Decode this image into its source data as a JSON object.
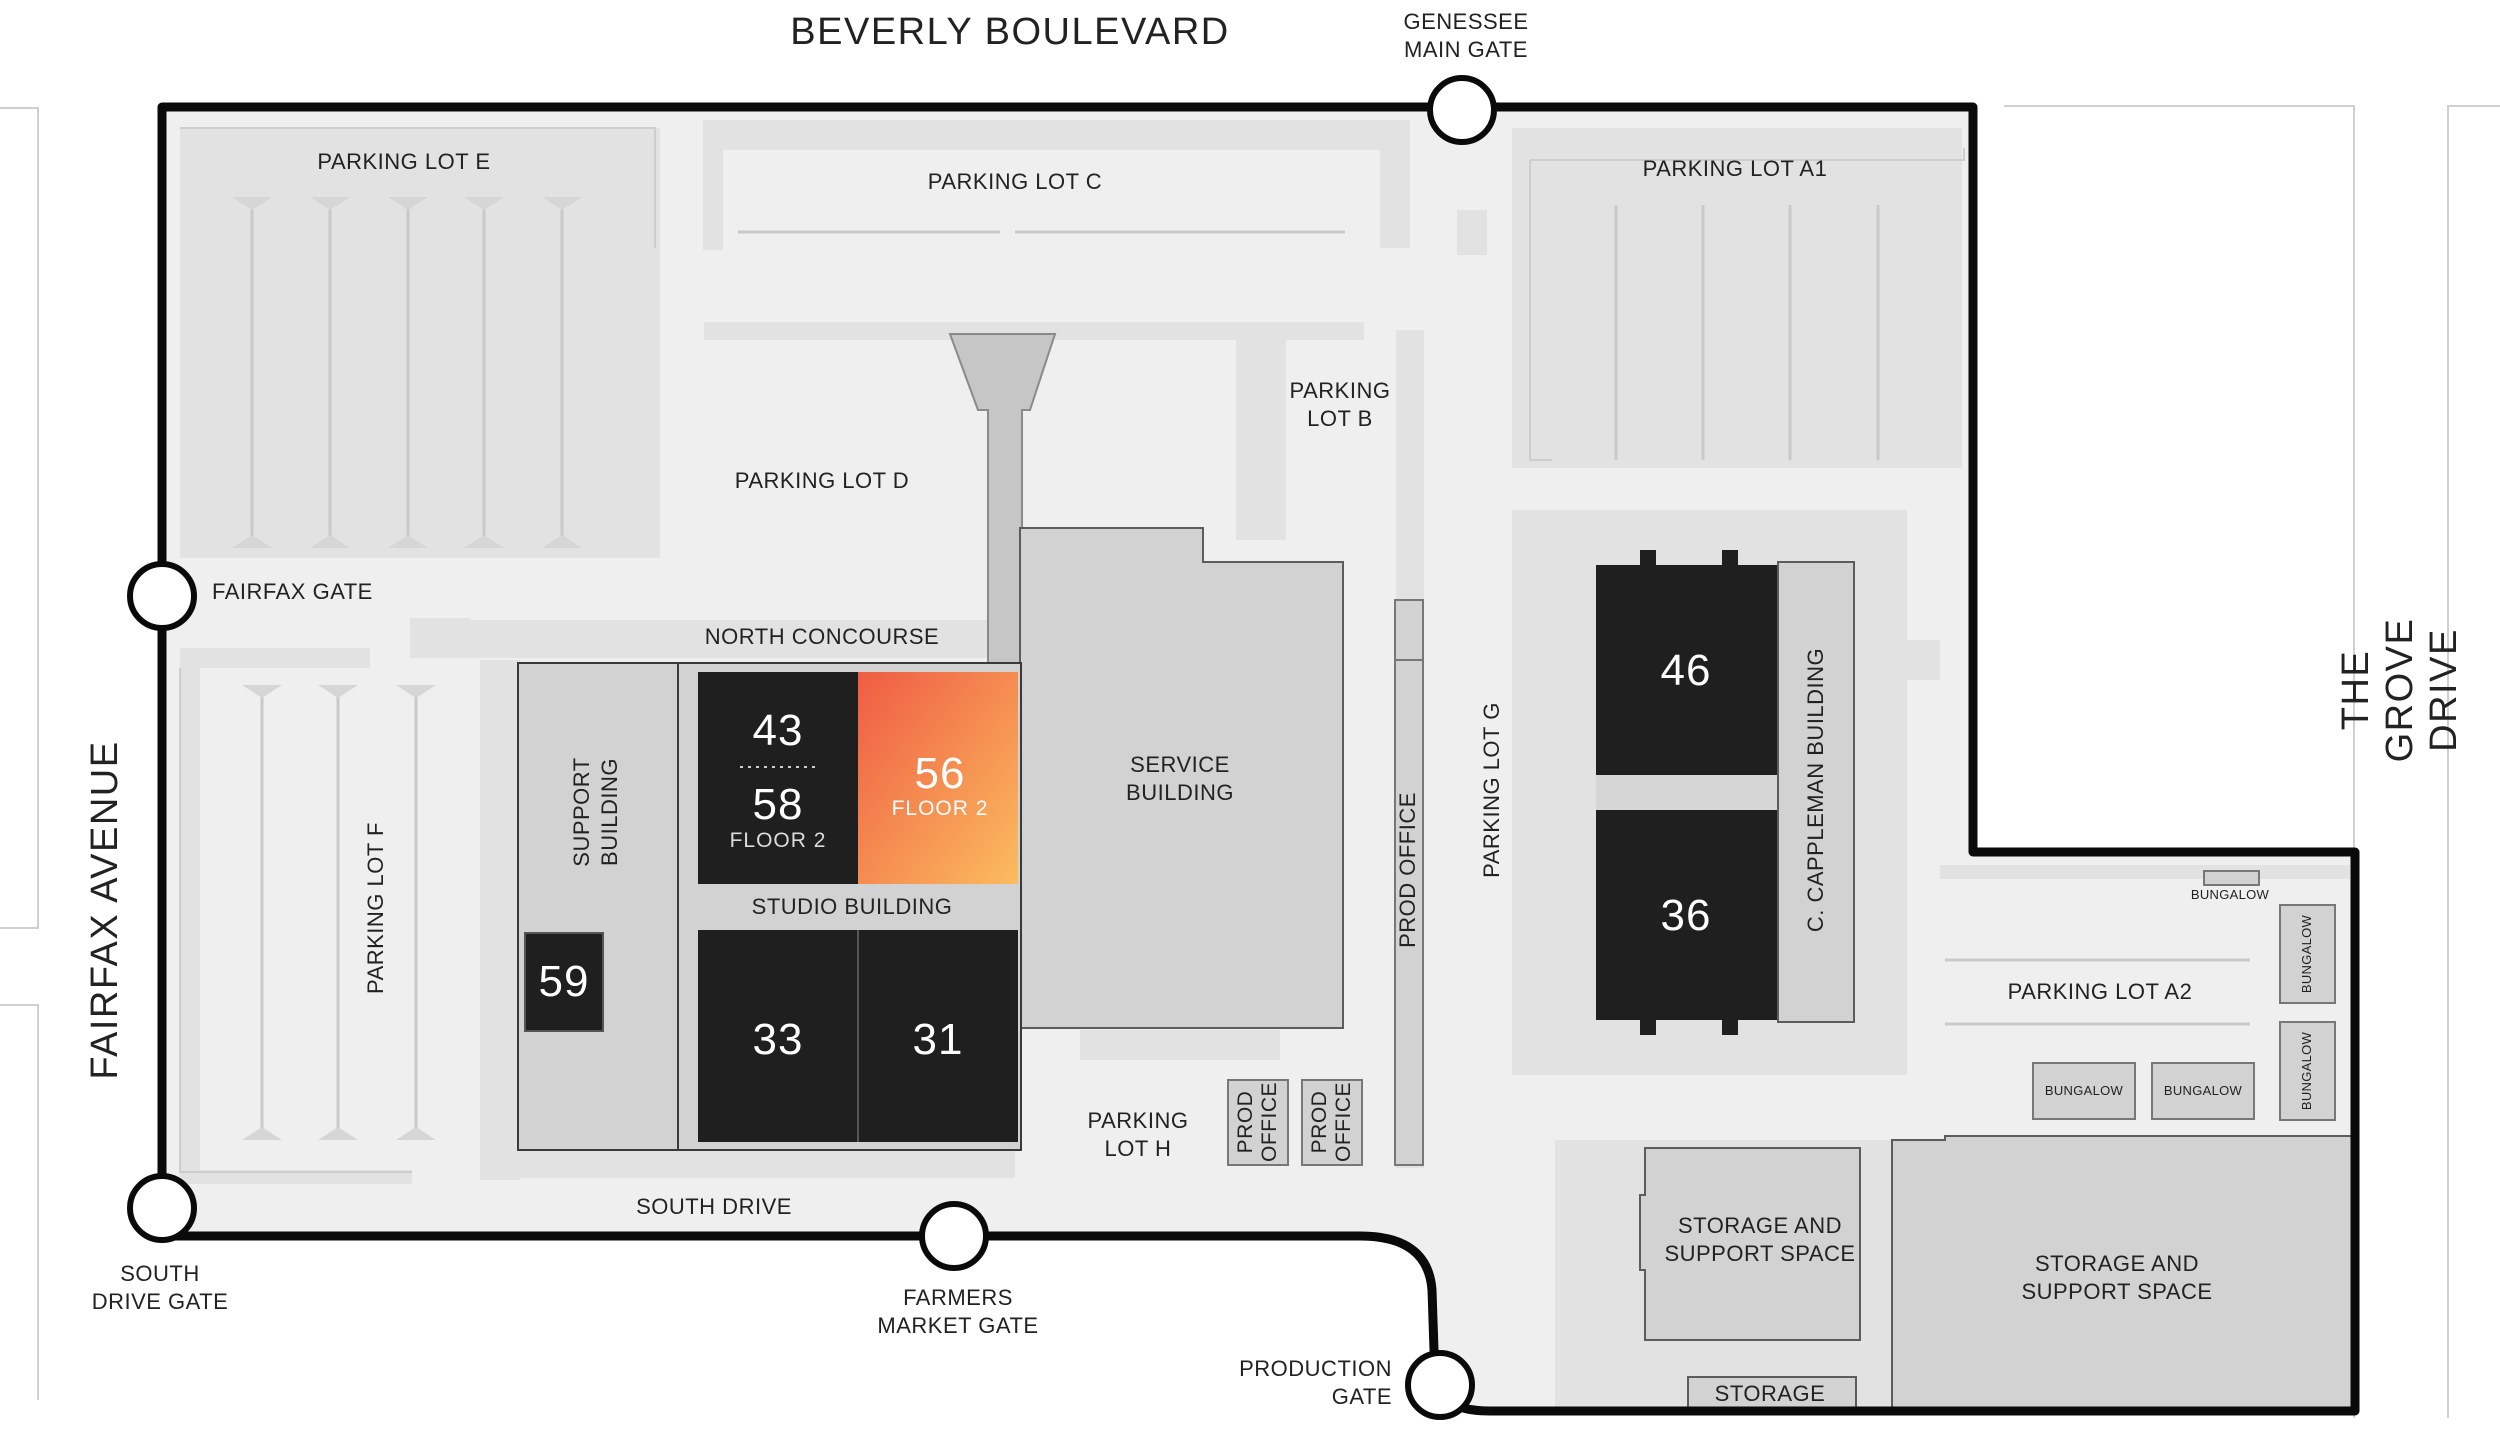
{
  "roads": {
    "north": "BEVERLY BOULEVARD",
    "west": "FAIRFAX AVENUE",
    "east": "THE GROVE DRIVE"
  },
  "gates": {
    "genessee": "GENESSEE\nMAIN GATE",
    "fairfax": "FAIRFAX GATE",
    "south_drive": "SOUTH\nDRIVE GATE",
    "farmers_market": "FARMERS\nMARKET GATE",
    "production": "PRODUCTION\nGATE"
  },
  "parking": {
    "e": "PARKING LOT E",
    "c": "PARKING LOT C",
    "a1": "PARKING LOT A1",
    "b": "PARKING\nLOT B",
    "d": "PARKING LOT D",
    "f": "PARKING LOT F",
    "g": "PARKING LOT G",
    "h": "PARKING\nLOT H",
    "a2": "PARKING LOT A2"
  },
  "areas": {
    "north_concourse": "NORTH CONCOURSE",
    "south_drive": "SOUTH DRIVE",
    "support_building": "SUPPORT\nBUILDING",
    "studio_building": "STUDIO BUILDING",
    "service_building": "SERVICE\nBUILDING",
    "prod_office": "PROD OFFICE",
    "prod_office_small": "PROD\nOFFICE",
    "cappleman": "C. CAPPLEMAN BUILDING",
    "storage_support": "STORAGE AND\nSUPPORT SPACE",
    "storage": "STORAGE",
    "bungalow": "BUNGALOW"
  },
  "stages": {
    "s43": "43",
    "s58": "58",
    "floor2": "FLOOR 2",
    "s56": "56",
    "s59": "59",
    "s33": "33",
    "s31": "31",
    "s46": "46",
    "s36": "36"
  },
  "colors": {
    "lot_bg": "#efefef",
    "paving": "#e2e2e2",
    "building": "#d2d2d2",
    "stage": "#1f1f1f",
    "highlight_start": "#ef5c44",
    "highlight_end": "#fbbc5e",
    "boundary": "#0a0a0a"
  }
}
